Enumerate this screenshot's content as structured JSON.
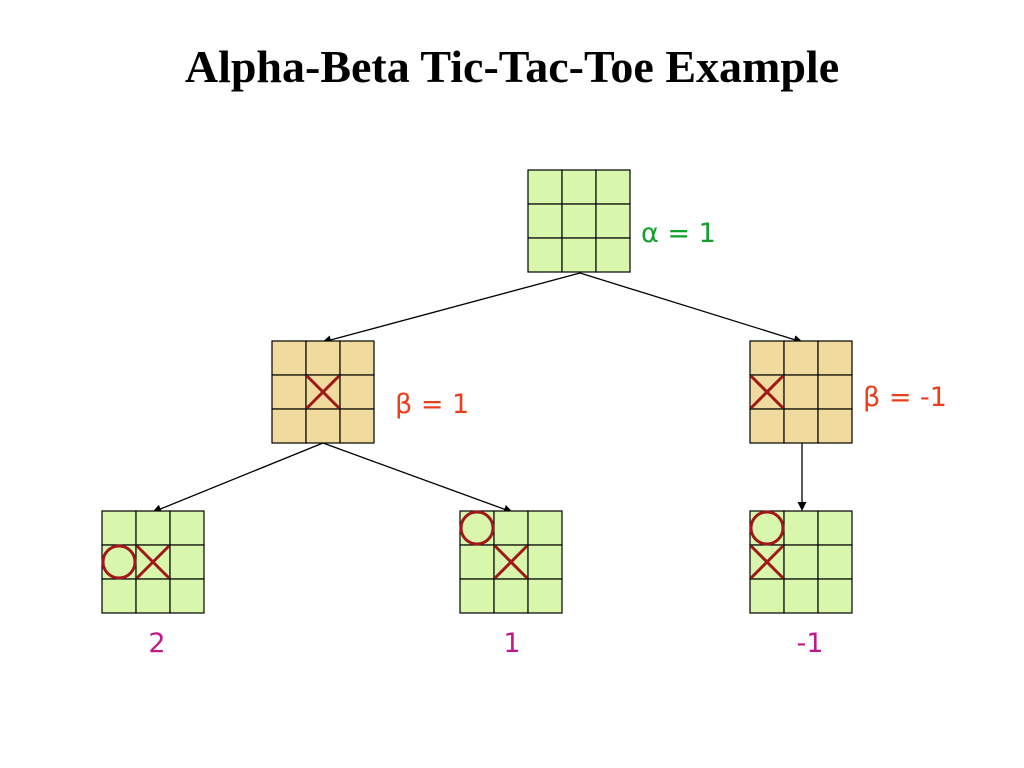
{
  "title": "Alpha-Beta Tic-Tac-Toe Example",
  "colors": {
    "max_board": "#d8f7ad",
    "min_board": "#f0da9e",
    "mark": "#a01818",
    "edge": "#000000"
  },
  "nodes": {
    "root": {
      "label": "α = 1",
      "marks": []
    },
    "left_min": {
      "label": "β = 1",
      "marks": [
        {
          "cell": 4,
          "mark": "X"
        }
      ]
    },
    "right_min": {
      "label": "β = -1",
      "marks": [
        {
          "cell": 3,
          "mark": "X"
        }
      ]
    },
    "leaf_1": {
      "value": "2",
      "marks": [
        {
          "cell": 3,
          "mark": "O"
        },
        {
          "cell": 4,
          "mark": "X"
        }
      ]
    },
    "leaf_2": {
      "value": "1",
      "marks": [
        {
          "cell": 0,
          "mark": "O"
        },
        {
          "cell": 4,
          "mark": "X"
        }
      ]
    },
    "leaf_3": {
      "value": "-1",
      "marks": [
        {
          "cell": 0,
          "mark": "O"
        },
        {
          "cell": 3,
          "mark": "X"
        }
      ]
    }
  }
}
